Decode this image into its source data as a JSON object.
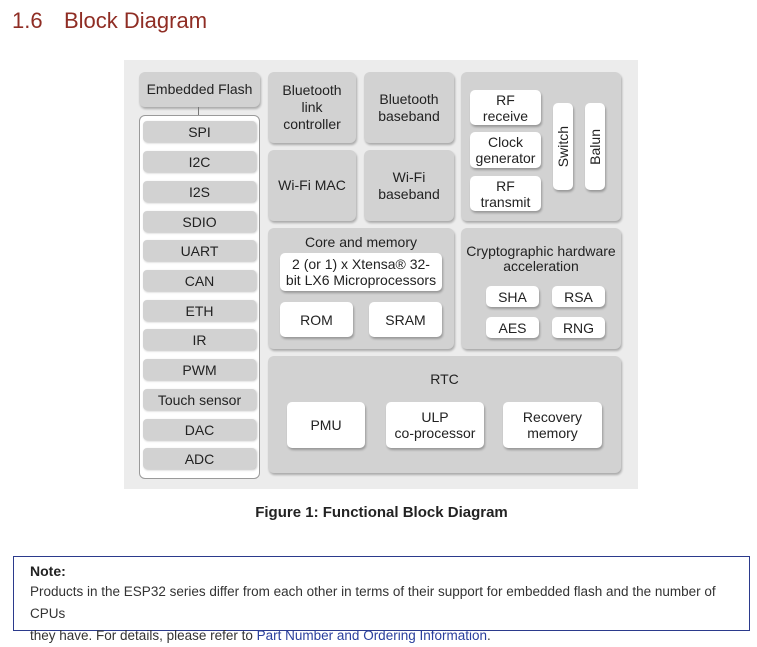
{
  "section": {
    "number": "1.6",
    "title": "Block Diagram"
  },
  "diagram": {
    "embedded_flash": "Embedded Flash",
    "peripherals": [
      "SPI",
      "I2C",
      "I2S",
      "SDIO",
      "UART",
      "CAN",
      "ETH",
      "IR",
      "PWM",
      "Touch sensor",
      "DAC",
      "ADC"
    ],
    "bt_link_controller": [
      "Bluetooth",
      "link",
      "controller"
    ],
    "bt_baseband": [
      "Bluetooth",
      "baseband"
    ],
    "wifi_mac": "Wi-Fi MAC",
    "wifi_baseband": [
      "Wi-Fi",
      "baseband"
    ],
    "rf": {
      "receive": [
        "RF",
        "receive"
      ],
      "clock": [
        "Clock",
        "generator"
      ],
      "transmit": [
        "RF",
        "transmit"
      ],
      "switch": "Switch",
      "balun": "Balun"
    },
    "core": {
      "title": "Core and memory",
      "cpu": [
        "2 (or 1) x Xtensa® 32-",
        "bit LX6 Microprocessors"
      ],
      "rom": "ROM",
      "sram": "SRAM"
    },
    "crypto": {
      "title": [
        "Cryptographic hardware",
        "acceleration"
      ],
      "sha": "SHA",
      "rsa": "RSA",
      "aes": "AES",
      "rng": "RNG"
    },
    "rtc": {
      "title": "RTC",
      "pmu": "PMU",
      "ulp": [
        "ULP",
        "co-processor"
      ],
      "recovery": [
        "Recovery",
        "memory"
      ]
    }
  },
  "caption": "Figure 1: Functional Block Diagram",
  "note": {
    "title": "Note:",
    "text_line1": "Products in the ESP32 series differ from each other in terms of their support for embedded flash and the number of CPUs",
    "text_line2": "they have. For details, please refer to",
    "link": "Part Number and Ordering Information",
    "text_end": "."
  },
  "colors": {
    "heading": "#8f2d24",
    "block": "#d2d2d2",
    "diagram_bg": "#ececec",
    "note_border": "#2b3a8c",
    "link": "#2a3f9d"
  }
}
